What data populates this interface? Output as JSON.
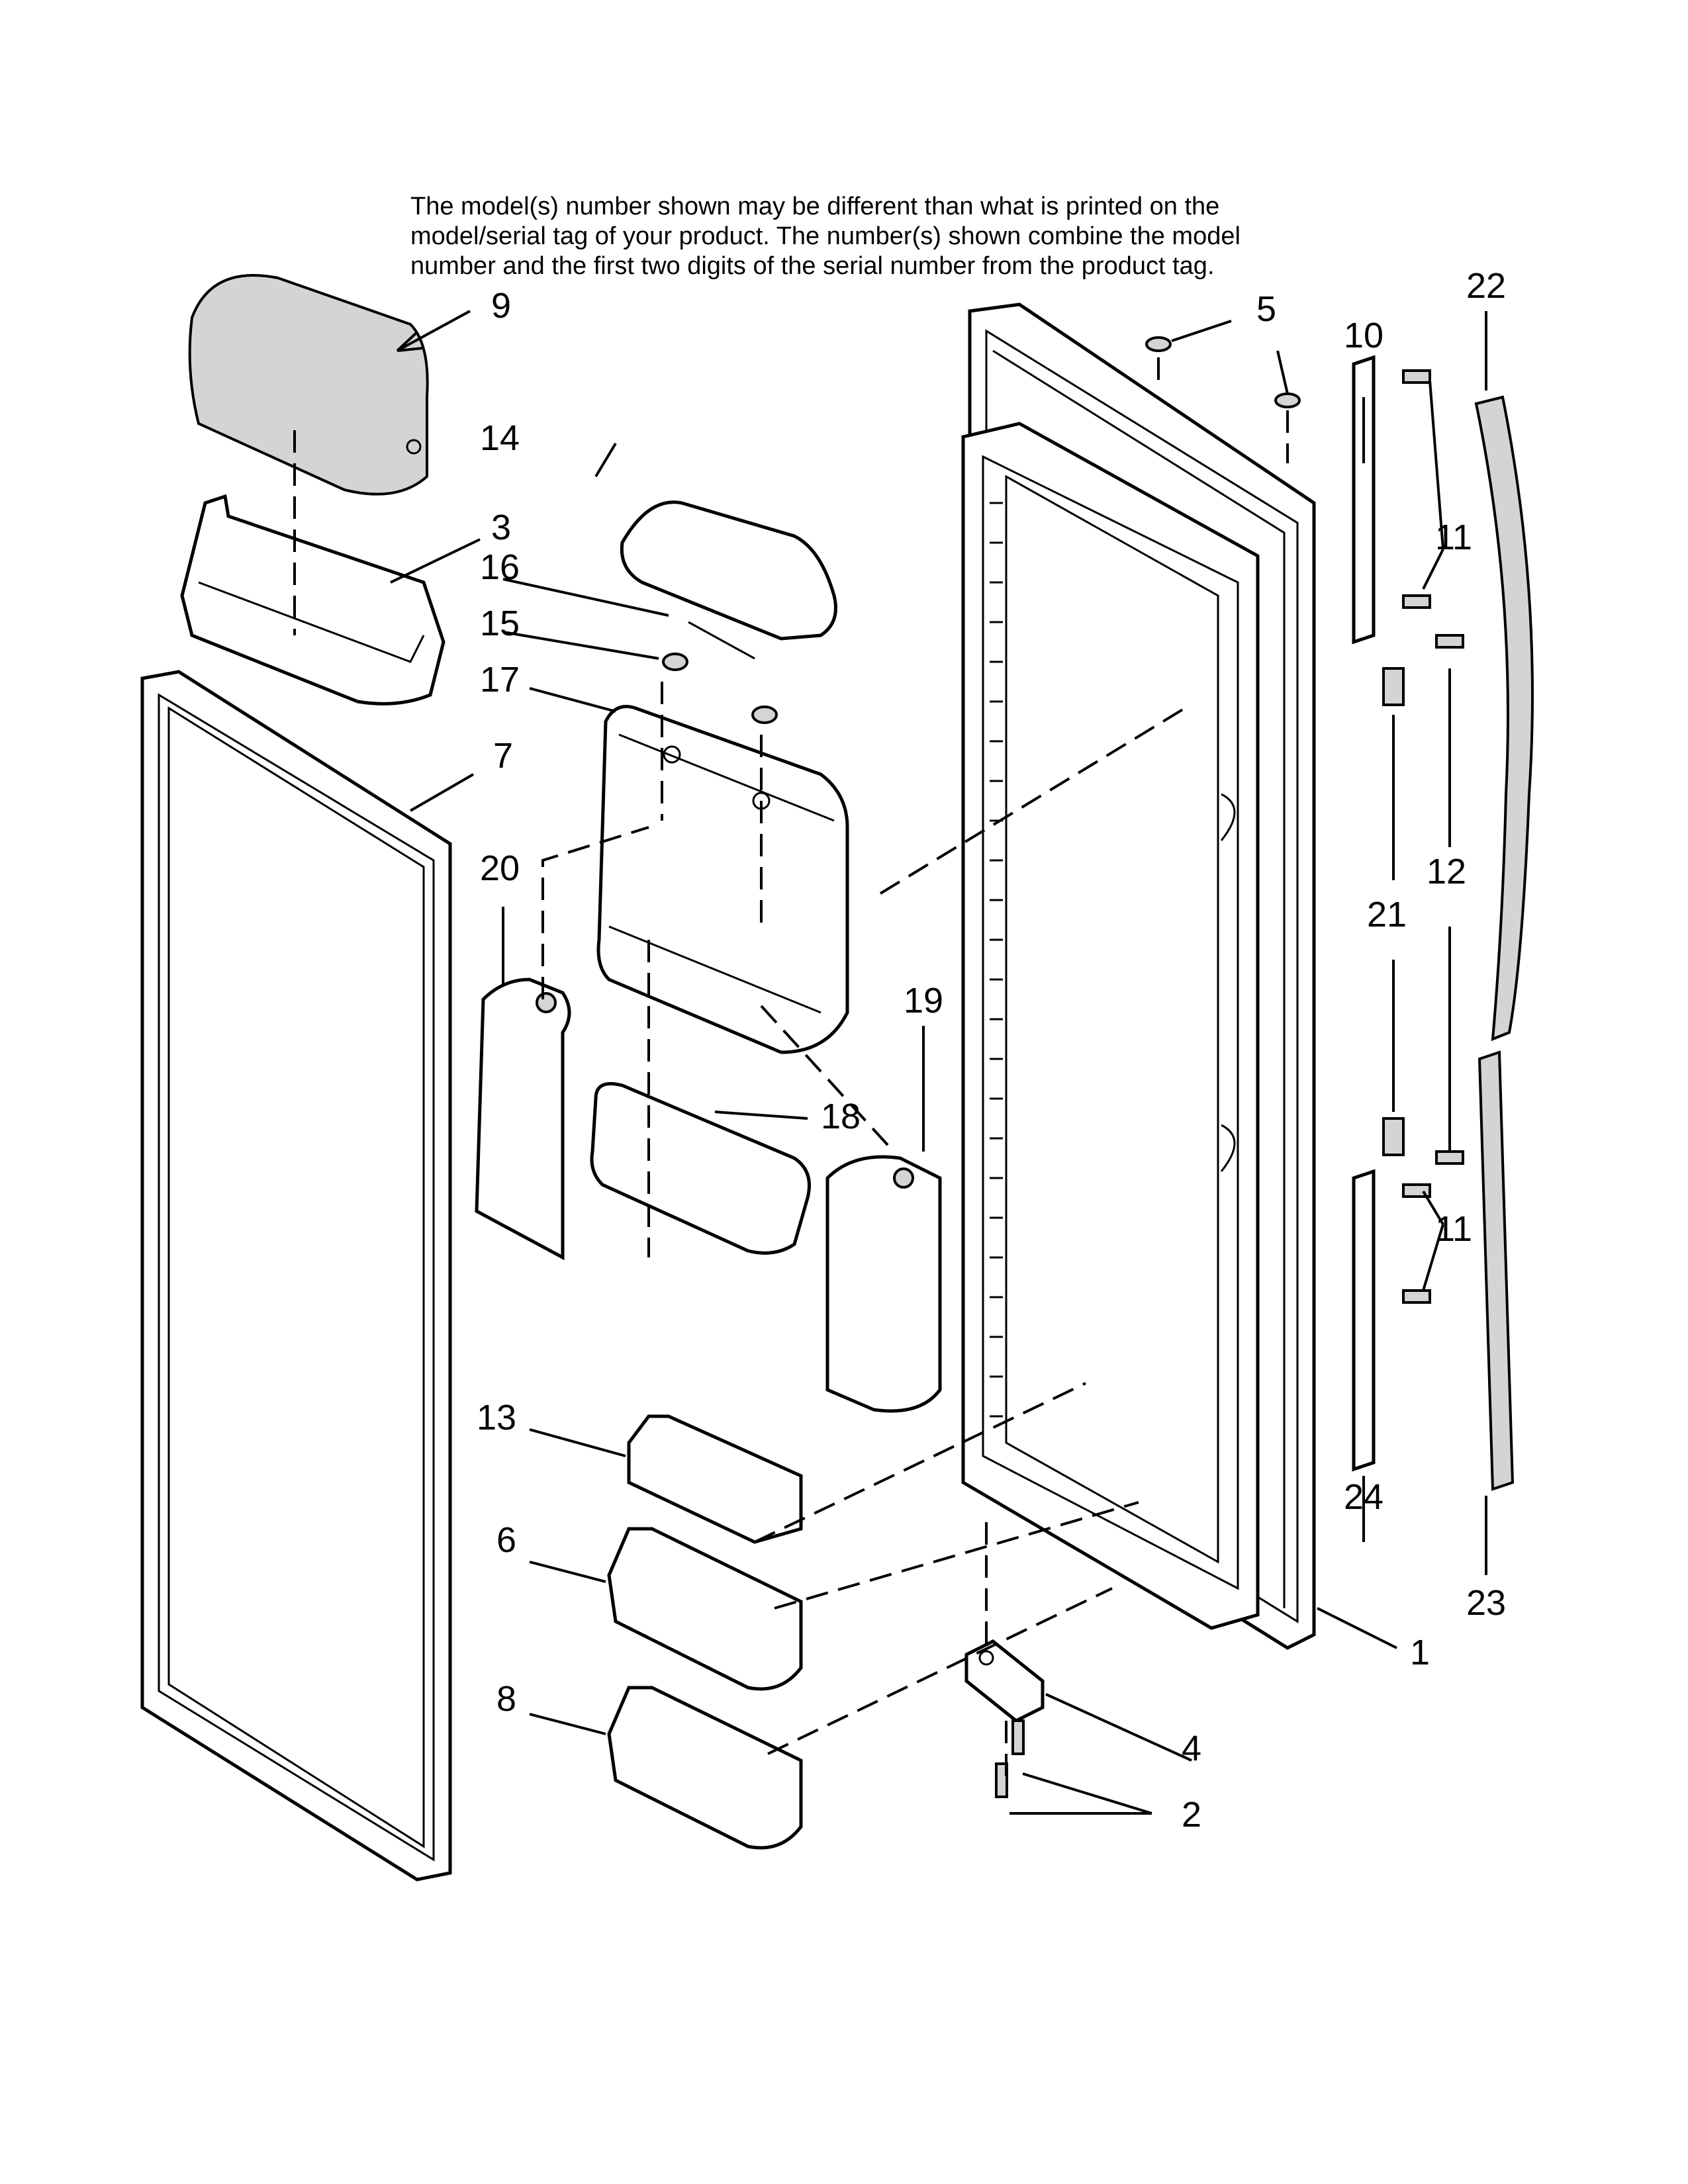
{
  "disclaimer": {
    "lines": [
      "The model(s) number shown may be different than what is printed on the",
      "model/serial tag of your product. The number(s) shown combine the model",
      "number and the first two digits of the serial number from the product tag."
    ]
  },
  "part_labels": {
    "door": "1",
    "screw_hinge": "2",
    "bin_door_top": "3",
    "hinge": "4",
    "plug_top": "5",
    "bin_door_6": "6",
    "gasket": "7",
    "bin_door_8": "8",
    "cover_top": "9",
    "trim_10": "10",
    "screw_11_upper": "11",
    "screw_11_lower": "11",
    "screw_12": "12",
    "bin_door_13": "13",
    "lid_14": "14",
    "pin_15": "15",
    "rod_16": "16",
    "dispenser_bin_17": "17",
    "bin_18": "18",
    "cover_19": "19",
    "cover_20": "20",
    "clip_21": "21",
    "handle_22": "22",
    "trim_23": "23",
    "trim_24": "24"
  }
}
